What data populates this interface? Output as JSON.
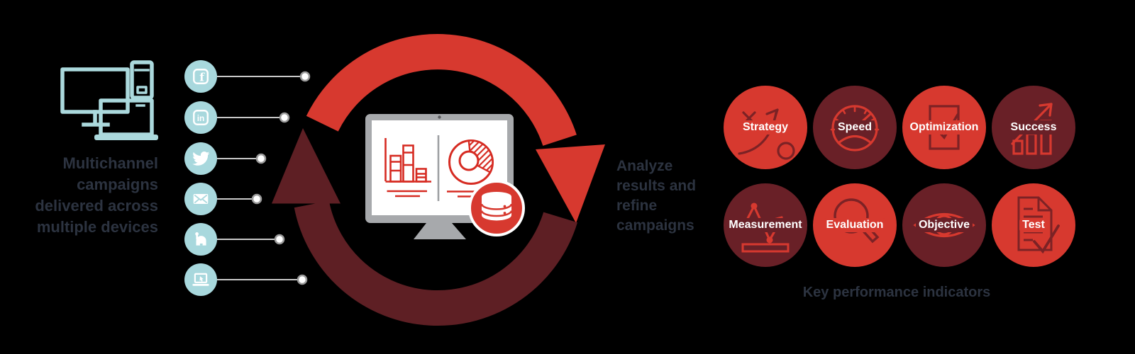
{
  "background": "#000000",
  "palette": {
    "bright_red": "#d7392f",
    "dark_red_arc": "#5e1f24",
    "dark_red_circle": "#692027",
    "light_blue": "#a8d8dd",
    "navy_text": "#2c3340",
    "monitor_gray": "#a7a9ac",
    "chart_red": "#d62b22",
    "connector_gray": "#c9c9c9",
    "white": "#ffffff"
  },
  "left": {
    "devices_icon": "multi-device-icon",
    "caption": {
      "line1": "Multichannel",
      "line2": "campaigns",
      "line3": "delivered across",
      "line4": "multiple devices"
    }
  },
  "channels": {
    "items": [
      {
        "icon": "facebook-icon"
      },
      {
        "icon": "linkedin-icon"
      },
      {
        "icon": "twitter-icon"
      },
      {
        "icon": "email-icon"
      },
      {
        "icon": "mailbox-icon"
      },
      {
        "icon": "web-laptop-icon"
      }
    ]
  },
  "cycle": {
    "red_arrow_icon": "clockwise-arrow-down-icon",
    "dark_arrow_icon": "clockwise-arrow-up-icon",
    "monitor_icon": "analytics-monitor-icon",
    "screen_icons": [
      "bar-chart-icon",
      "donut-chart-icon"
    ],
    "badge_icon": "database-icon",
    "caption": {
      "line1": "Analyze",
      "line2": "results and",
      "line3": "refine",
      "line4": "campaigns"
    }
  },
  "kpi": {
    "caption": "Key performance indicators",
    "items": [
      {
        "label": "Strategy",
        "icon": "strategy-play-icon",
        "tone": "bright"
      },
      {
        "label": "Speed",
        "icon": "speedometer-icon",
        "tone": "dark"
      },
      {
        "label": "Optimization",
        "icon": "checkmark-sheet-icon",
        "tone": "bright"
      },
      {
        "label": "Success",
        "icon": "growth-bars-icon",
        "tone": "dark"
      },
      {
        "label": "Measurement",
        "icon": "line-graph-icon",
        "tone": "dark"
      },
      {
        "label": "Evaluation",
        "icon": "magnifier-icon",
        "tone": "bright"
      },
      {
        "label": "Objective",
        "icon": "eye-icon",
        "tone": "dark"
      },
      {
        "label": "Test",
        "icon": "test-document-icon",
        "tone": "bright"
      }
    ]
  }
}
